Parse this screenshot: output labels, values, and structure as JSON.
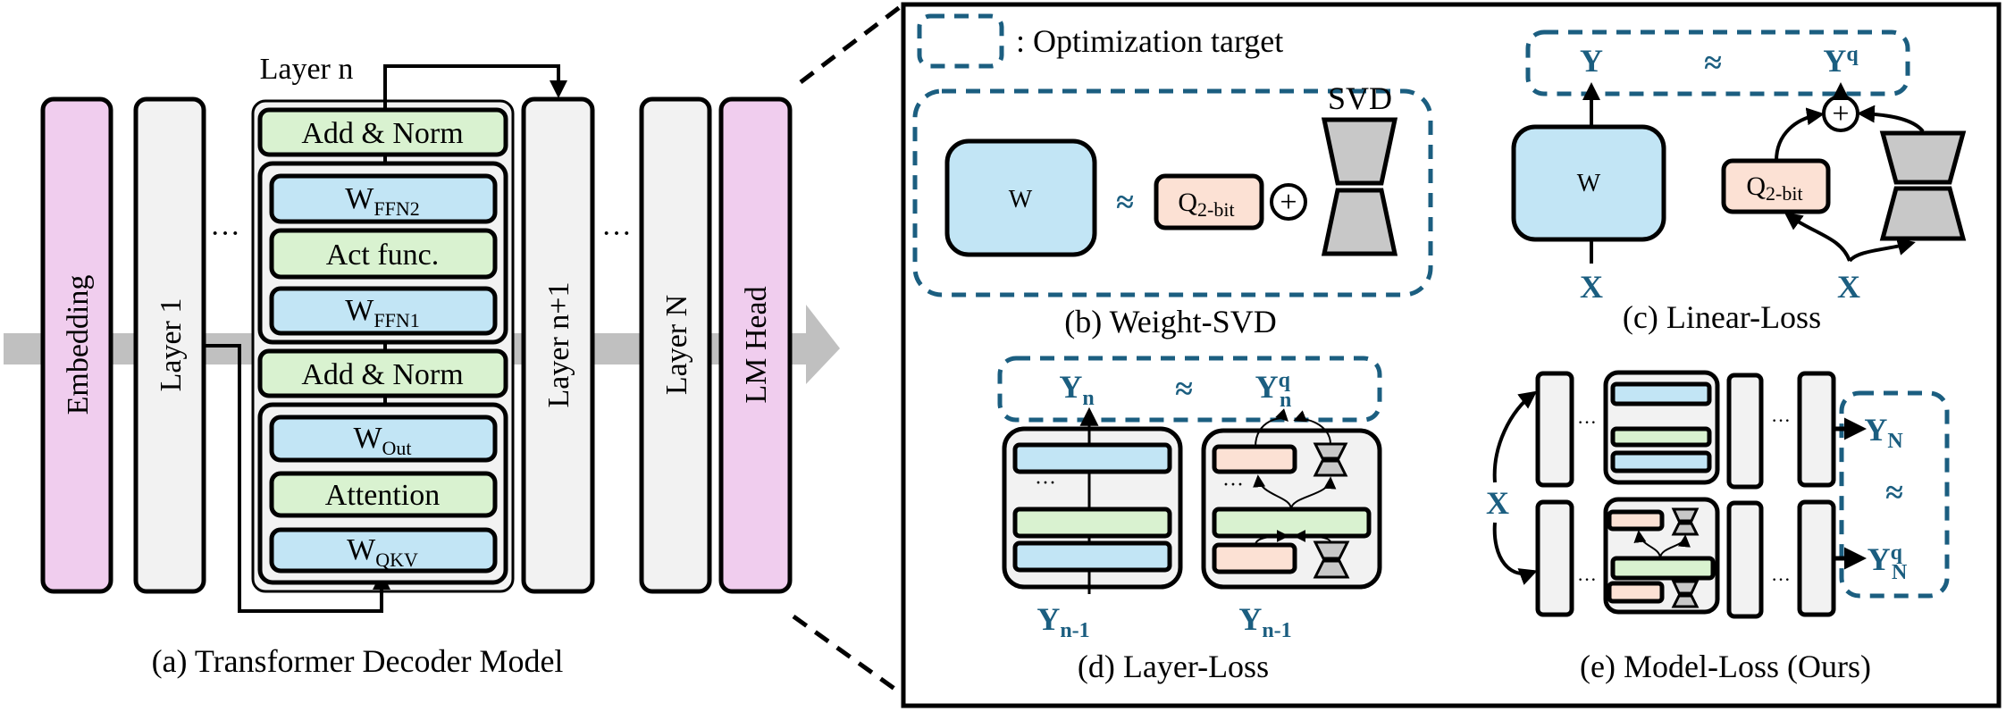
{
  "colors": {
    "weight": "#c2e5f5",
    "norm": "#d9f2d0",
    "embed": "#f0cdee",
    "quant": "#fce1d4",
    "layer": "#f2f2f2",
    "svd": "#c8c8c8",
    "target": "#1b5e80",
    "flow": "#c0c0c0"
  },
  "panel_a": {
    "embedding": "Embedding",
    "layer1": "Layer 1",
    "dots": "···",
    "layer_n_title": "Layer n",
    "add_norm_top": "Add & Norm",
    "w_ffn2": "W",
    "w_ffn2_sub": "FFN2",
    "act_func": "Act func.",
    "w_ffn1": "W",
    "w_ffn1_sub": "FFN1",
    "add_norm_bottom": "Add & Norm",
    "w_out": "W",
    "w_out_sub": "Out",
    "attention": "Attention",
    "w_qkv": "W",
    "w_qkv_sub": "QKV",
    "layer_n1": "Layer n+1",
    "layer_N": "Layer N",
    "lm_head": "LM Head",
    "caption": "(a) Transformer Decoder Model"
  },
  "legend": {
    "text": ": Optimization target"
  },
  "panel_b": {
    "w": "W",
    "approx": "≈",
    "q": "Q",
    "q_sub": "2-bit",
    "plus": "+",
    "svd": "SVD",
    "caption": "(b) Weight-SVD"
  },
  "panel_c": {
    "y": "Y",
    "approx": "≈",
    "yq": "Y",
    "yq_sup": "q",
    "w": "W",
    "q": "Q",
    "q_sub": "2-bit",
    "plus": "+",
    "x_left": "X",
    "x_right": "X",
    "caption": "(c) Linear-Loss"
  },
  "panel_d": {
    "yn": "Y",
    "yn_sub": "n",
    "approx": "≈",
    "yqn": "Y",
    "yqn_sup": "q",
    "yqn_sub": "n",
    "dots": "···",
    "yn1_left": "Y",
    "yn1_left_sub": "n-1",
    "yn1_right": "Y",
    "yn1_right_sub": "n-1",
    "caption": "(d) Layer-Loss"
  },
  "panel_e": {
    "x": "X",
    "dots": "···",
    "yN": "Y",
    "yN_sub": "N",
    "approx": "≈",
    "yqN": "Y",
    "yqN_sup": "q",
    "yqN_sub": "N",
    "caption": "(e) Model-Loss (Ours)"
  }
}
